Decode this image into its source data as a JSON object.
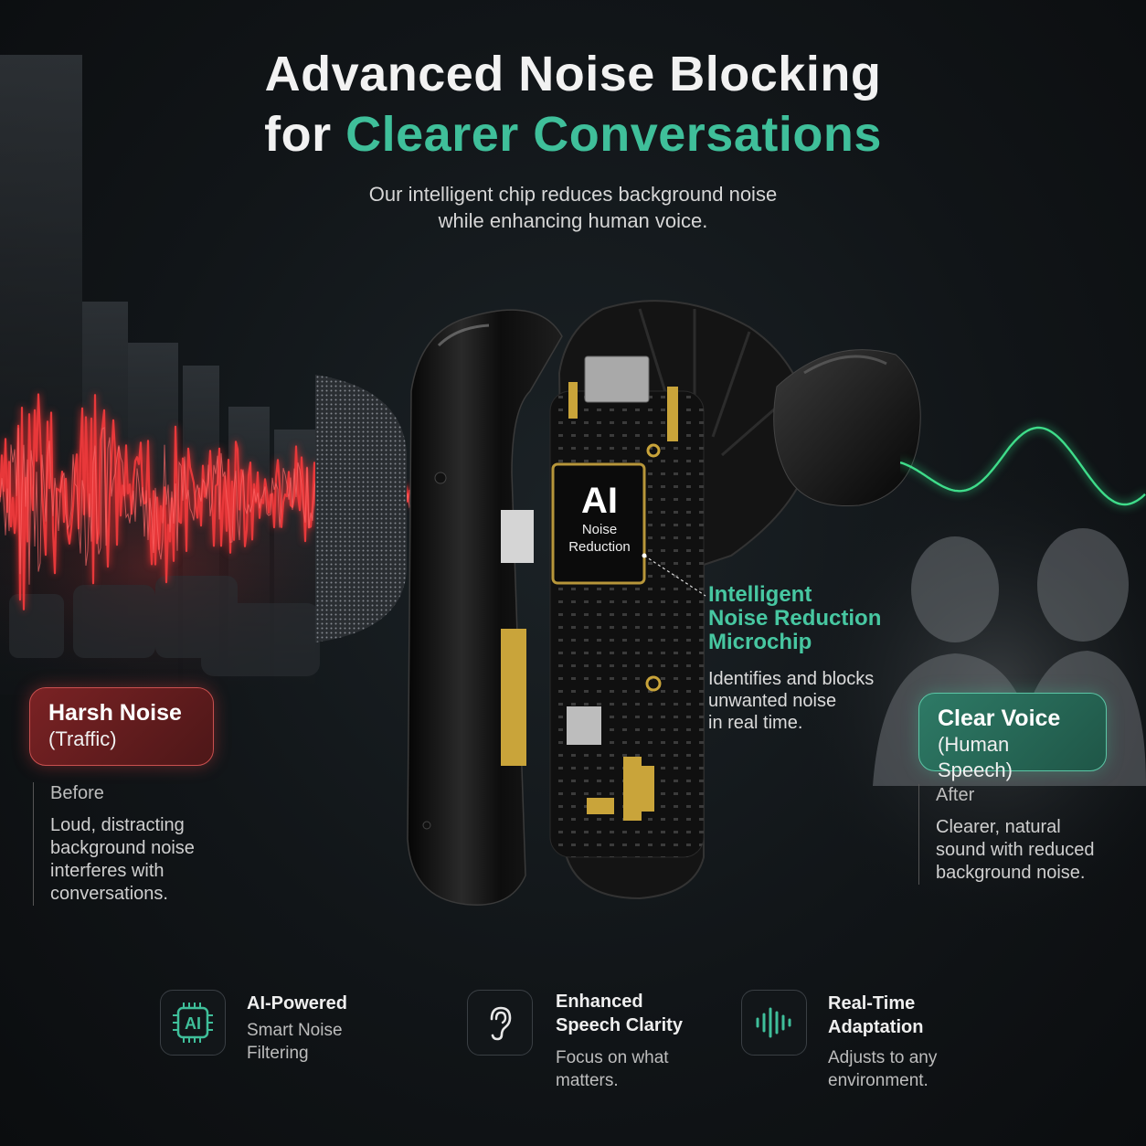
{
  "heading": {
    "line1": "Advanced Noise Blocking",
    "line2_prefix": "for ",
    "line2_accent": "Clearer Conversations"
  },
  "subtitle": {
    "line1": "Our intelligent chip reduces background noise",
    "line2": "while enhancing human voice."
  },
  "chip_label": {
    "big": "AI",
    "line1": "Noise",
    "line2": "Reduction"
  },
  "microchip": {
    "title_lines": [
      "Intelligent",
      "Noise Reduction",
      "Microchip"
    ],
    "desc_lines": [
      "Identifies and blocks",
      "unwanted noise",
      "in real time."
    ]
  },
  "harsh": {
    "title": "Harsh Noise",
    "subtitle": "(Traffic)",
    "tag": "Before",
    "desc_lines": [
      "Loud, distracting",
      "background noise",
      "interferes with",
      "conversations."
    ]
  },
  "clear": {
    "title": "Clear Voice",
    "subtitle": "(Human Speech)",
    "tag": "After",
    "desc_lines": [
      "Clearer, natural",
      "sound with reduced",
      "background noise."
    ]
  },
  "features": [
    {
      "icon": "ai-chip-icon",
      "icon_text": "AI",
      "title_lines": [
        "AI-Powered"
      ],
      "desc_lines": [
        "Smart Noise",
        "Filtering"
      ]
    },
    {
      "icon": "ear-icon",
      "title_lines": [
        "Enhanced",
        "Speech Clarity"
      ],
      "desc_lines": [
        "Focus on what",
        "matters."
      ]
    },
    {
      "icon": "sound-wave-icon",
      "title_lines": [
        "Real-Time",
        "Adaptation"
      ],
      "desc_lines": [
        "Adjusts to any",
        "environment."
      ]
    }
  ],
  "colors": {
    "accent_green": "#3fbf9a",
    "noise_red": "#e8383a",
    "voice_green": "#3fdc8a",
    "background": "#111518"
  }
}
